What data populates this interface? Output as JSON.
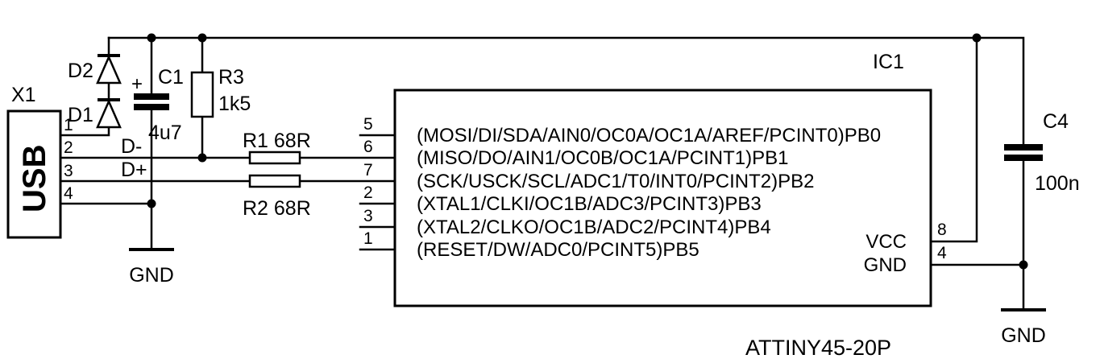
{
  "schematic": {
    "ink": "#000000",
    "background": "#ffffff"
  },
  "usb": {
    "ref": "X1",
    "label": "USB",
    "pins": [
      "1",
      "2",
      "3",
      "4"
    ]
  },
  "nets": {
    "dminus": "D-",
    "dplus": "D+",
    "gnd_left": "GND",
    "gnd_right": "GND"
  },
  "diodes": {
    "d2": "D2",
    "d1": "D1"
  },
  "capacitors": {
    "c1": {
      "ref": "C1",
      "value": "4u7",
      "plus": "+"
    },
    "c4": {
      "ref": "C4",
      "value": "100n"
    }
  },
  "resistors": {
    "r3": {
      "ref": "R3",
      "value": "1k5"
    },
    "r1": {
      "label": "R1 68R"
    },
    "r2": {
      "label": "R2 68R"
    }
  },
  "ic": {
    "ref": "IC1",
    "part": "ATTINY45-20P",
    "left_pins": [
      {
        "number": "5",
        "label": "(MOSI/DI/SDA/AIN0/OC0A/OC1A/AREF/PCINT0)PB0"
      },
      {
        "number": "6",
        "label": "(MISO/DO/AIN1/OC0B/OC1A/PCINT1)PB1"
      },
      {
        "number": "7",
        "label": "(SCK/USCK/SCL/ADC1/T0/INT0/PCINT2)PB2"
      },
      {
        "number": "2",
        "label": "(XTAL1/CLKI/OC1B/ADC3/PCINT3)PB3"
      },
      {
        "number": "3",
        "label": "(XTAL2/CLKO/OC1B/ADC2/PCINT4)PB4"
      },
      {
        "number": "1",
        "label": "(RESET/DW/ADC0/PCINT5)PB5"
      }
    ],
    "right_pins": [
      {
        "number": "8",
        "label": "VCC"
      },
      {
        "number": "4",
        "label": "GND"
      }
    ]
  }
}
